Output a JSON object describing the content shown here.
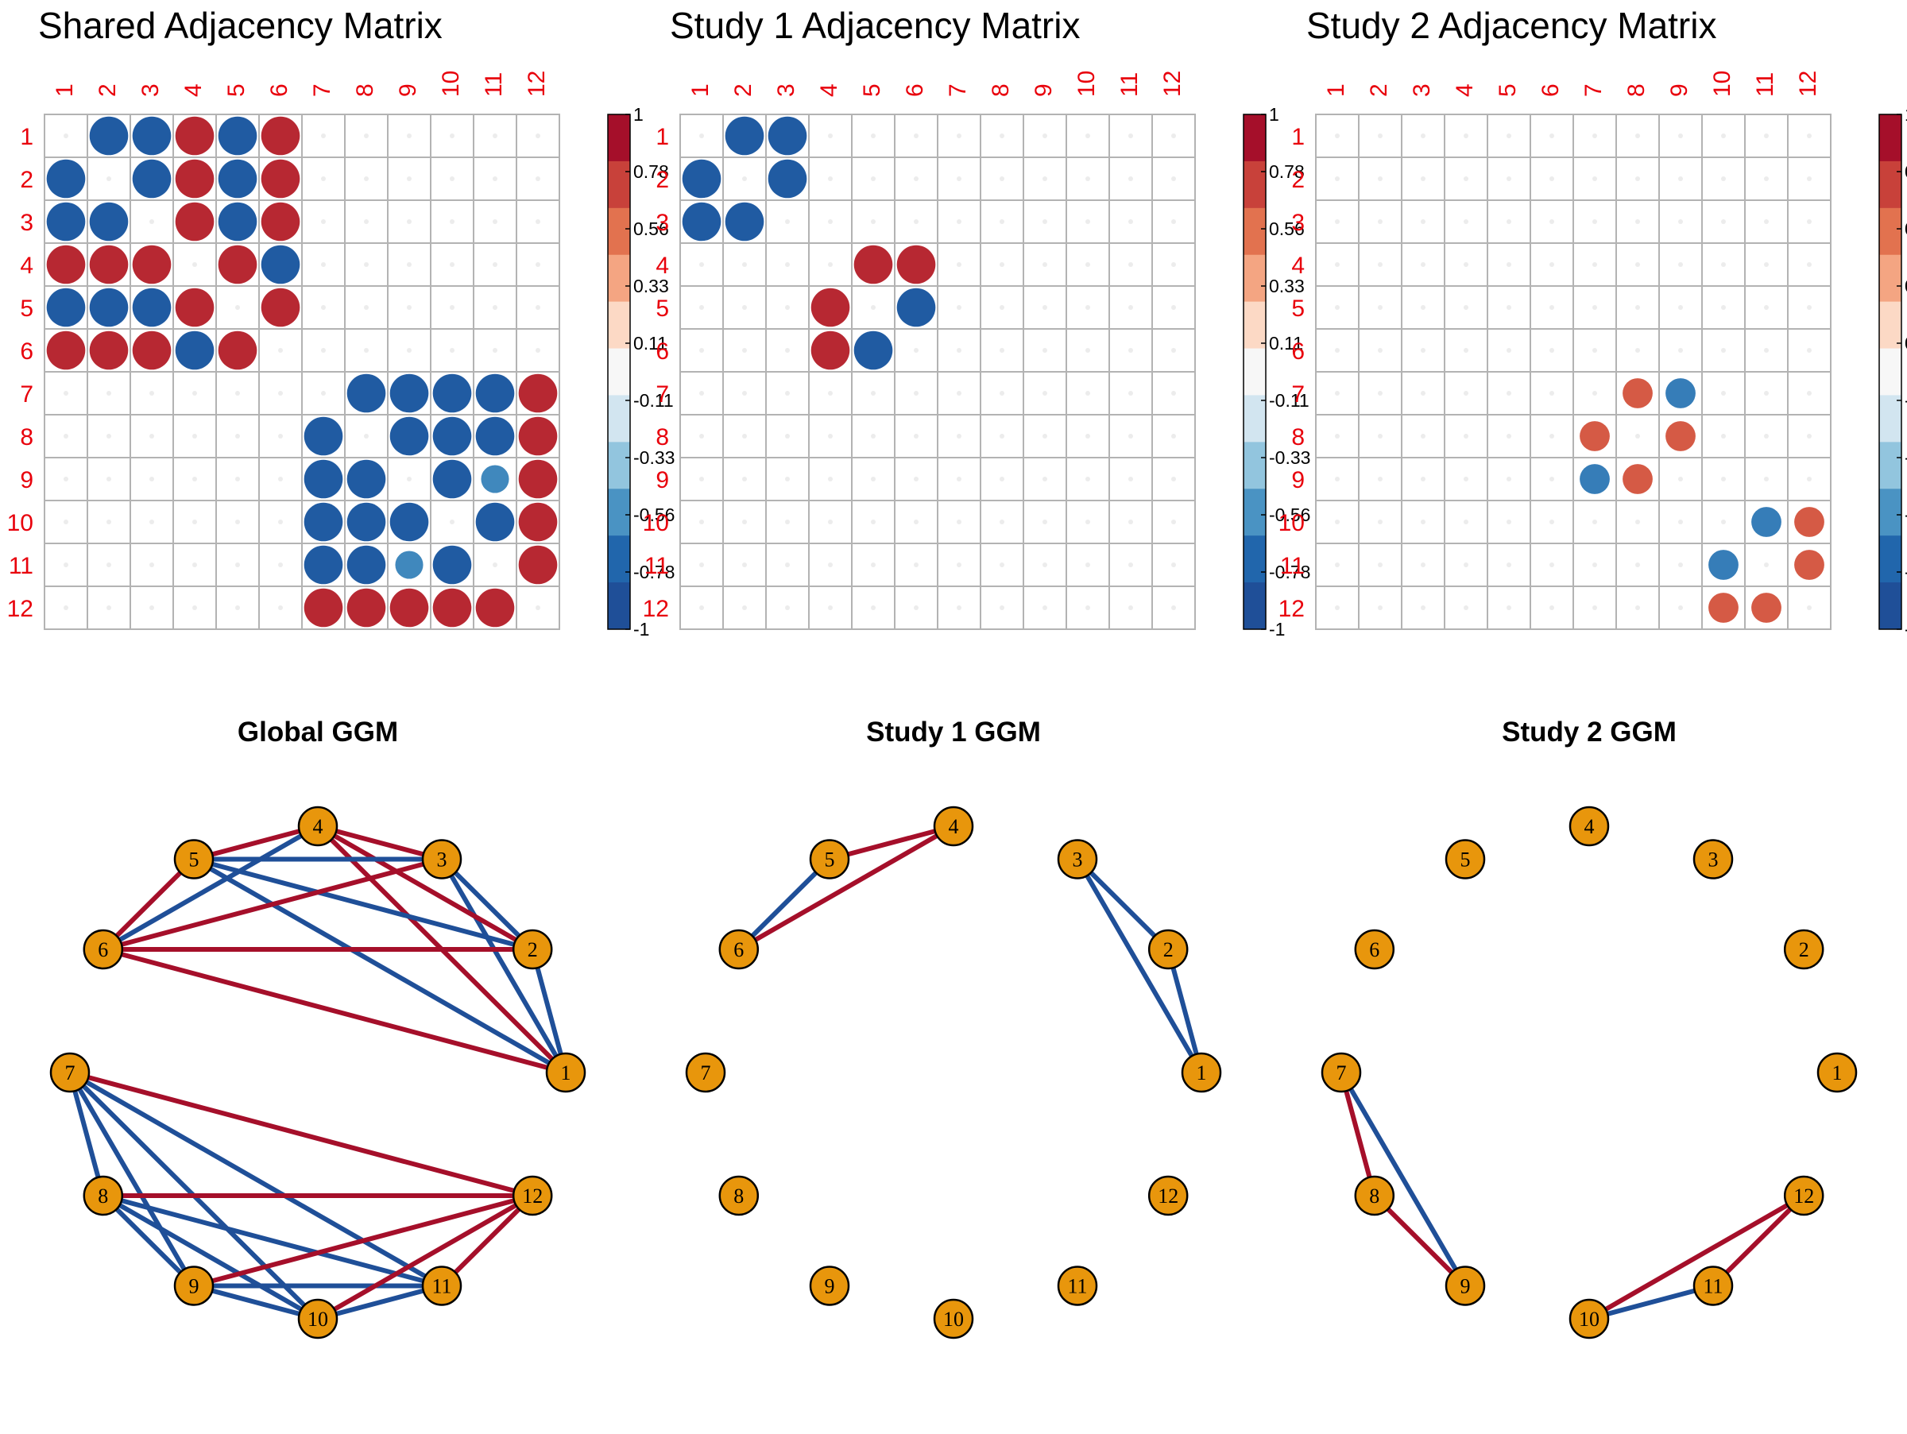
{
  "matrices": [
    {
      "title": "Shared Adjacency Matrix",
      "labels": [
        "1",
        "2",
        "3",
        "4",
        "5",
        "6",
        "7",
        "8",
        "9",
        "10",
        "11",
        "12"
      ],
      "values": [
        [
          0,
          -0.9,
          -0.9,
          0.9,
          -0.9,
          0.9,
          0,
          0,
          0,
          0,
          0,
          0
        ],
        [
          -0.9,
          0,
          -0.9,
          0.9,
          -0.9,
          0.9,
          0,
          0,
          0,
          0,
          0,
          0
        ],
        [
          -0.9,
          -0.9,
          0,
          0.9,
          -0.9,
          0.9,
          0,
          0,
          0,
          0,
          0,
          0
        ],
        [
          0.9,
          0.9,
          0.9,
          0,
          0.9,
          -0.9,
          0,
          0,
          0,
          0,
          0,
          0
        ],
        [
          -0.9,
          -0.9,
          -0.9,
          0.9,
          0,
          0.9,
          0,
          0,
          0,
          0,
          0,
          0
        ],
        [
          0.9,
          0.9,
          0.9,
          -0.9,
          0.9,
          0,
          0,
          0,
          0,
          0,
          0,
          0
        ],
        [
          0,
          0,
          0,
          0,
          0,
          0,
          0,
          -0.9,
          -0.9,
          -0.9,
          -0.9,
          0.9
        ],
        [
          0,
          0,
          0,
          0,
          0,
          0,
          -0.9,
          0,
          -0.9,
          -0.9,
          -0.9,
          0.9
        ],
        [
          0,
          0,
          0,
          0,
          0,
          0,
          -0.9,
          -0.9,
          0,
          -0.9,
          -0.65,
          0.9
        ],
        [
          0,
          0,
          0,
          0,
          0,
          0,
          -0.9,
          -0.9,
          -0.9,
          0,
          -0.9,
          0.9
        ],
        [
          0,
          0,
          0,
          0,
          0,
          0,
          -0.9,
          -0.9,
          -0.65,
          -0.9,
          0,
          0.9
        ],
        [
          0,
          0,
          0,
          0,
          0,
          0,
          0.9,
          0.9,
          0.9,
          0.9,
          0.9,
          0
        ]
      ]
    },
    {
      "title": "Study 1 Adjacency Matrix",
      "labels": [
        "1",
        "2",
        "3",
        "4",
        "5",
        "6",
        "7",
        "8",
        "9",
        "10",
        "11",
        "12"
      ],
      "values": [
        [
          0,
          -0.9,
          -0.9,
          0,
          0,
          0,
          0,
          0,
          0,
          0,
          0,
          0
        ],
        [
          -0.9,
          0,
          -0.9,
          0,
          0,
          0,
          0,
          0,
          0,
          0,
          0,
          0
        ],
        [
          -0.9,
          -0.9,
          0,
          0,
          0,
          0,
          0,
          0,
          0,
          0,
          0,
          0
        ],
        [
          0,
          0,
          0,
          0,
          0.9,
          0.9,
          0,
          0,
          0,
          0,
          0,
          0
        ],
        [
          0,
          0,
          0,
          0.9,
          0,
          -0.9,
          0,
          0,
          0,
          0,
          0,
          0
        ],
        [
          0,
          0,
          0,
          0.9,
          -0.9,
          0,
          0,
          0,
          0,
          0,
          0,
          0
        ],
        [
          0,
          0,
          0,
          0,
          0,
          0,
          0,
          0,
          0,
          0,
          0,
          0
        ],
        [
          0,
          0,
          0,
          0,
          0,
          0,
          0,
          0,
          0,
          0,
          0,
          0
        ],
        [
          0,
          0,
          0,
          0,
          0,
          0,
          0,
          0,
          0,
          0,
          0,
          0
        ],
        [
          0,
          0,
          0,
          0,
          0,
          0,
          0,
          0,
          0,
          0,
          0,
          0
        ],
        [
          0,
          0,
          0,
          0,
          0,
          0,
          0,
          0,
          0,
          0,
          0,
          0
        ],
        [
          0,
          0,
          0,
          0,
          0,
          0,
          0,
          0,
          0,
          0,
          0,
          0
        ]
      ]
    },
    {
      "title": "Study 2 Adjacency Matrix",
      "labels": [
        "1",
        "2",
        "3",
        "4",
        "5",
        "6",
        "7",
        "8",
        "9",
        "10",
        "11",
        "12"
      ],
      "values": [
        [
          0,
          0,
          0,
          0,
          0,
          0,
          0,
          0,
          0,
          0,
          0,
          0
        ],
        [
          0,
          0,
          0,
          0,
          0,
          0,
          0,
          0,
          0,
          0,
          0,
          0
        ],
        [
          0,
          0,
          0,
          0,
          0,
          0,
          0,
          0,
          0,
          0,
          0,
          0
        ],
        [
          0,
          0,
          0,
          0,
          0,
          0,
          0,
          0,
          0,
          0,
          0,
          0
        ],
        [
          0,
          0,
          0,
          0,
          0,
          0,
          0,
          0,
          0,
          0,
          0,
          0
        ],
        [
          0,
          0,
          0,
          0,
          0,
          0,
          0,
          0,
          0,
          0,
          0,
          0
        ],
        [
          0,
          0,
          0,
          0,
          0,
          0,
          0,
          0.7,
          -0.7,
          0,
          0,
          0
        ],
        [
          0,
          0,
          0,
          0,
          0,
          0,
          0.7,
          0,
          0.7,
          0,
          0,
          0
        ],
        [
          0,
          0,
          0,
          0,
          0,
          0,
          -0.7,
          0.7,
          0,
          0,
          0,
          0
        ],
        [
          0,
          0,
          0,
          0,
          0,
          0,
          0,
          0,
          0,
          0,
          -0.7,
          0.7
        ],
        [
          0,
          0,
          0,
          0,
          0,
          0,
          0,
          0,
          0,
          -0.7,
          0,
          0.7
        ],
        [
          0,
          0,
          0,
          0,
          0,
          0,
          0,
          0,
          0,
          0.7,
          0.7,
          0
        ]
      ]
    }
  ],
  "colorbar": {
    "labels": [
      "1",
      "0.78",
      "0.56",
      "0.33",
      "0.11",
      "-0.11",
      "-0.33",
      "-0.56",
      "-0.78",
      "-1"
    ],
    "colors": [
      "#a50f2a",
      "#c8413a",
      "#e2724f",
      "#f4a582",
      "#fcd9c5",
      "#f7f7f7",
      "#d2e5f0",
      "#92c5de",
      "#4a93c3",
      "#2166ac",
      "#1f4f98"
    ],
    "range": [
      -1,
      1
    ]
  },
  "networks": [
    {
      "title": "Global GGM",
      "nodes": [
        "1",
        "2",
        "3",
        "4",
        "5",
        "6",
        "7",
        "8",
        "9",
        "10",
        "11",
        "12"
      ],
      "edges": [
        [
          "1",
          "2",
          "negative"
        ],
        [
          "1",
          "3",
          "negative"
        ],
        [
          "1",
          "4",
          "positive"
        ],
        [
          "1",
          "5",
          "negative"
        ],
        [
          "1",
          "6",
          "positive"
        ],
        [
          "2",
          "3",
          "negative"
        ],
        [
          "2",
          "4",
          "positive"
        ],
        [
          "2",
          "5",
          "negative"
        ],
        [
          "2",
          "6",
          "positive"
        ],
        [
          "3",
          "4",
          "positive"
        ],
        [
          "3",
          "5",
          "negative"
        ],
        [
          "3",
          "6",
          "positive"
        ],
        [
          "4",
          "5",
          "positive"
        ],
        [
          "4",
          "6",
          "negative"
        ],
        [
          "5",
          "6",
          "positive"
        ],
        [
          "7",
          "8",
          "negative"
        ],
        [
          "7",
          "9",
          "negative"
        ],
        [
          "7",
          "10",
          "negative"
        ],
        [
          "7",
          "11",
          "negative"
        ],
        [
          "7",
          "12",
          "positive"
        ],
        [
          "8",
          "9",
          "negative"
        ],
        [
          "8",
          "10",
          "negative"
        ],
        [
          "8",
          "11",
          "negative"
        ],
        [
          "8",
          "12",
          "positive"
        ],
        [
          "9",
          "10",
          "negative"
        ],
        [
          "9",
          "11",
          "negative"
        ],
        [
          "9",
          "12",
          "positive"
        ],
        [
          "10",
          "11",
          "negative"
        ],
        [
          "10",
          "12",
          "positive"
        ],
        [
          "11",
          "12",
          "positive"
        ]
      ]
    },
    {
      "title": "Study 1 GGM",
      "nodes": [
        "1",
        "2",
        "3",
        "4",
        "5",
        "6",
        "7",
        "8",
        "9",
        "10",
        "11",
        "12"
      ],
      "edges": [
        [
          "1",
          "2",
          "negative"
        ],
        [
          "1",
          "3",
          "negative"
        ],
        [
          "2",
          "3",
          "negative"
        ],
        [
          "4",
          "5",
          "positive"
        ],
        [
          "4",
          "6",
          "positive"
        ],
        [
          "5",
          "6",
          "negative"
        ]
      ]
    },
    {
      "title": "Study 2  GGM",
      "nodes": [
        "1",
        "2",
        "3",
        "4",
        "5",
        "6",
        "7",
        "8",
        "9",
        "10",
        "11",
        "12"
      ],
      "edges": [
        [
          "7",
          "8",
          "positive"
        ],
        [
          "7",
          "9",
          "negative"
        ],
        [
          "8",
          "9",
          "positive"
        ],
        [
          "10",
          "11",
          "negative"
        ],
        [
          "10",
          "12",
          "positive"
        ],
        [
          "11",
          "12",
          "positive"
        ]
      ]
    }
  ],
  "style": {
    "label_color": "#e8000b",
    "grid_color": "#b3b3b3",
    "positive_color": "#a50f2a",
    "negative_color": "#1f4f98",
    "node_fill": "#e8960c",
    "node_stroke": "#000000"
  },
  "chart_data": [
    {
      "type": "heatmap",
      "title": "Shared Adjacency Matrix",
      "x": [
        "1",
        "2",
        "3",
        "4",
        "5",
        "6",
        "7",
        "8",
        "9",
        "10",
        "11",
        "12"
      ],
      "y": [
        "1",
        "2",
        "3",
        "4",
        "5",
        "6",
        "7",
        "8",
        "9",
        "10",
        "11",
        "12"
      ],
      "zlim": [
        -1,
        1
      ],
      "legend": "right"
    },
    {
      "type": "heatmap",
      "title": "Study 1 Adjacency Matrix",
      "x": [
        "1",
        "2",
        "3",
        "4",
        "5",
        "6",
        "7",
        "8",
        "9",
        "10",
        "11",
        "12"
      ],
      "y": [
        "1",
        "2",
        "3",
        "4",
        "5",
        "6",
        "7",
        "8",
        "9",
        "10",
        "11",
        "12"
      ],
      "zlim": [
        -1,
        1
      ],
      "legend": "right"
    },
    {
      "type": "heatmap",
      "title": "Study 2 Adjacency Matrix",
      "x": [
        "1",
        "2",
        "3",
        "4",
        "5",
        "6",
        "7",
        "8",
        "9",
        "10",
        "11",
        "12"
      ],
      "y": [
        "1",
        "2",
        "3",
        "4",
        "5",
        "6",
        "7",
        "8",
        "9",
        "10",
        "11",
        "12"
      ],
      "zlim": [
        -1,
        1
      ],
      "legend": "right"
    }
  ]
}
